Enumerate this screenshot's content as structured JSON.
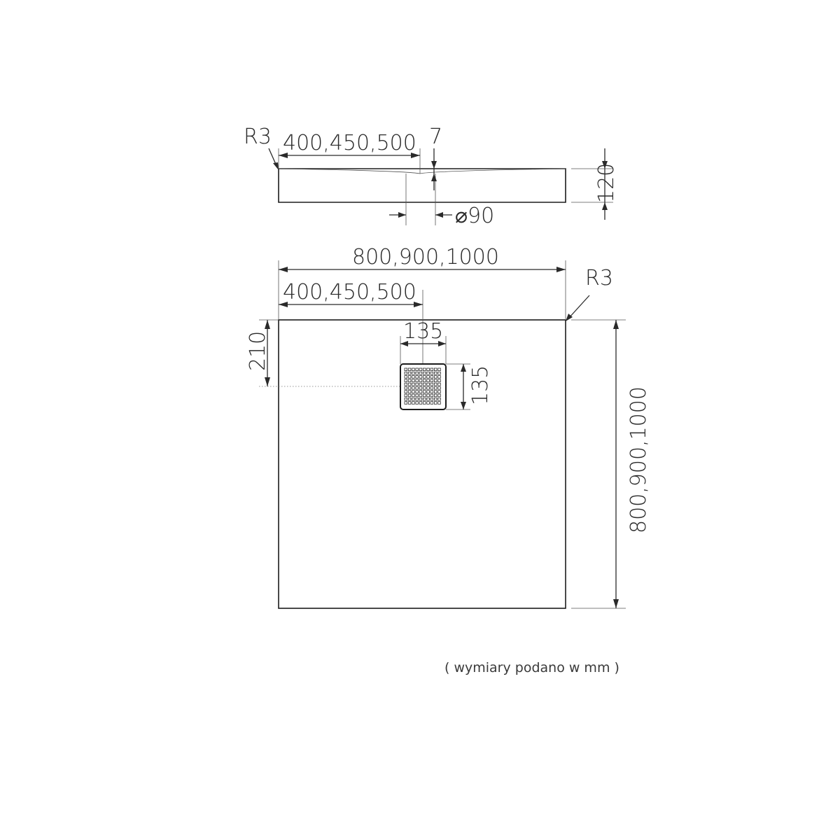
{
  "side_view": {
    "corner_radius_label": "R3",
    "drain_offset_label": "400,450,500",
    "slope_label": "7",
    "height_label": "120",
    "drain_diameter_label": "⌀90"
  },
  "top_view": {
    "width_label": "800,900,1000",
    "drain_offset_label": "400,450,500",
    "corner_radius_label": "R3",
    "drain_depth_label": "210",
    "grate_width_label": "135",
    "grate_height_label": "135",
    "length_label": "800,900,1000"
  },
  "footnote": "( wymiary podano w mm )",
  "colors": {
    "line": "#2a2a2a",
    "background": "#ffffff"
  }
}
